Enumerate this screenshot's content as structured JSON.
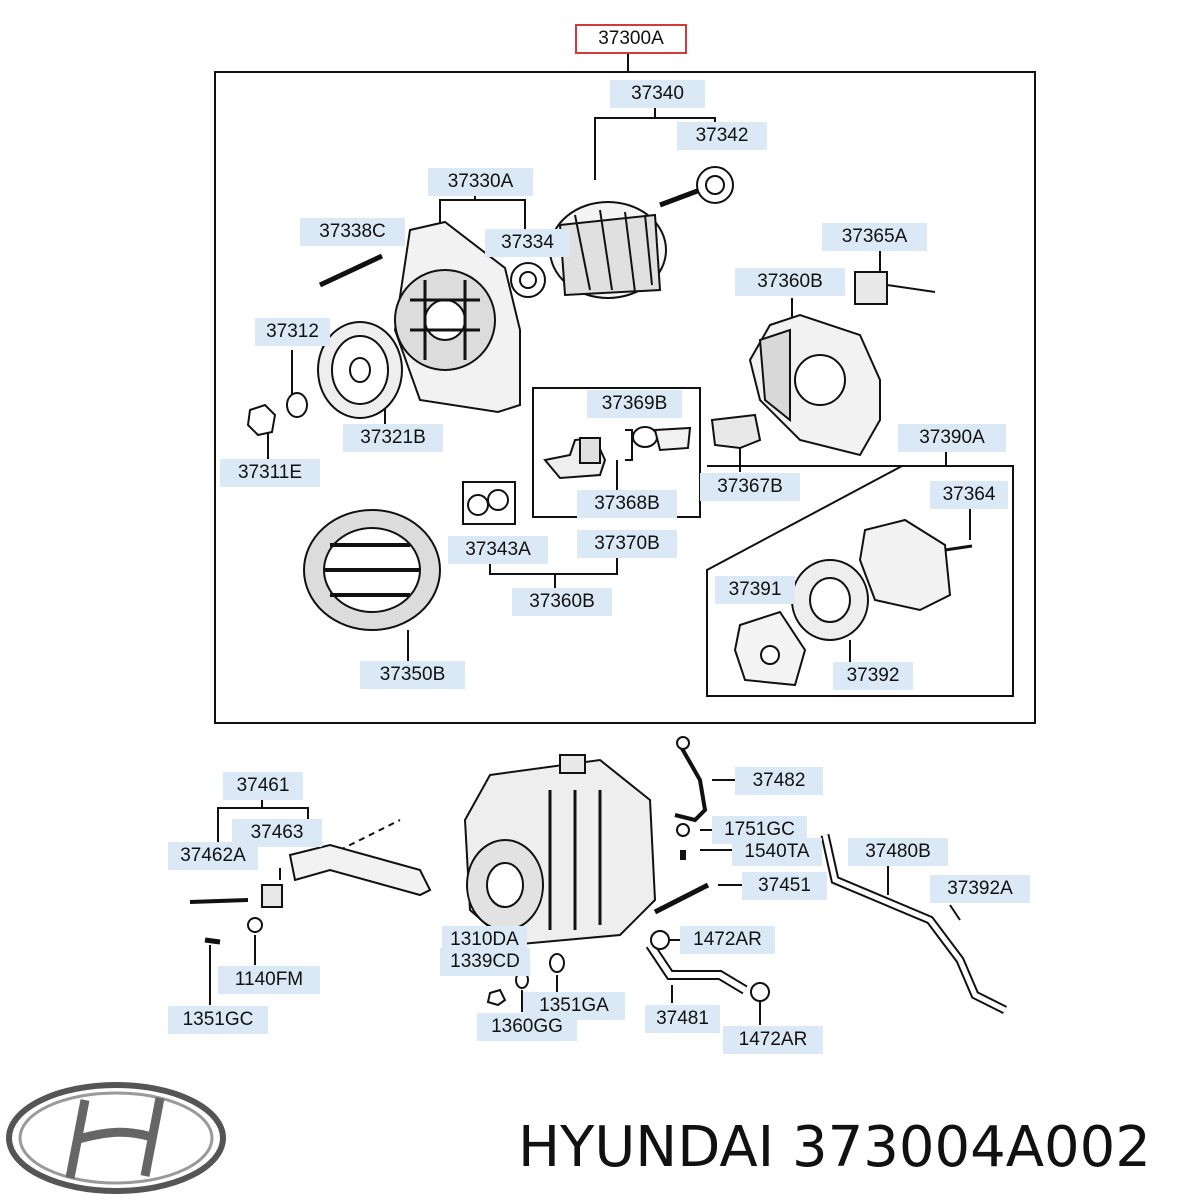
{
  "diagram": {
    "main_assembly": "37300A",
    "parts": [
      "37340",
      "37342",
      "37330A",
      "37334",
      "37338C",
      "37365A",
      "37360B",
      "37312",
      "37321B",
      "37311E",
      "37369B",
      "37367B",
      "37390A",
      "37364",
      "37343A",
      "37368B",
      "37370B",
      "37360B",
      "37391",
      "37350B",
      "37392",
      "37461",
      "37482",
      "37463",
      "1751GC",
      "37462A",
      "1540TA",
      "37480B",
      "37451",
      "37392A",
      "1310DA",
      "1472AR",
      "1339CD",
      "1140FM",
      "1351GA",
      "37481",
      "1351GC",
      "1360GG",
      "1472AR"
    ]
  },
  "footer": {
    "brand": "HYUNDAI",
    "part_number": "373004A002"
  },
  "colors": {
    "label_bg": "#dbe9f6",
    "highlight_border": "#d23a3a",
    "line": "#111111"
  }
}
